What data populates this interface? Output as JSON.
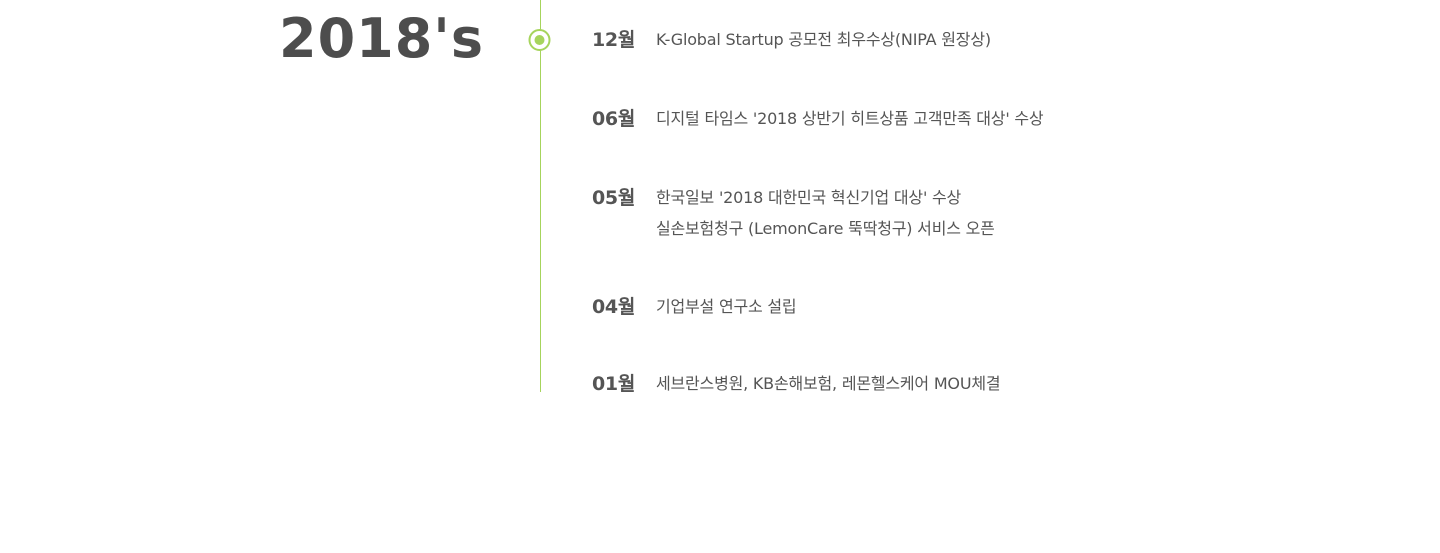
{
  "history": {
    "year_label": "2018's",
    "entries": [
      {
        "month": "12월",
        "events": [
          "K-Global Startup 공모전 최우수상(NIPA 원장상)"
        ]
      },
      {
        "month": "06월",
        "events": [
          "디지털 타임스 '2018 상반기 히트상품 고객만족 대상' 수상"
        ]
      },
      {
        "month": "05월",
        "events": [
          "한국일보 '2018 대한민국 혁신기업 대상' 수상",
          "실손보험청구 (LemonCare 뚝딱청구) 서비스 오픈"
        ]
      },
      {
        "month": "04월",
        "events": [
          "기업부설 연구소 설립"
        ]
      },
      {
        "month": "01월",
        "events": [
          "세브란스병원, KB손해보험, 레몬헬스케어 MOU체결"
        ]
      }
    ],
    "accent_color": "#a6d45c",
    "text_color": "#555555"
  }
}
